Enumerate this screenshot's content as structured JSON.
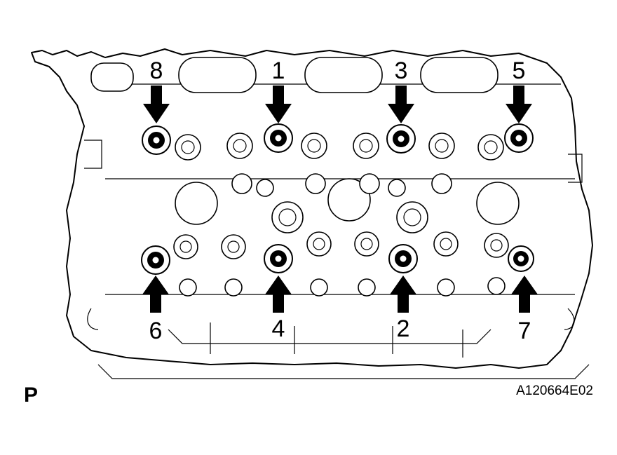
{
  "figure": {
    "view_letter": "P",
    "figure_code": "A120664E02",
    "bolts": [
      {
        "label": "8",
        "arrow": "down"
      },
      {
        "label": "1",
        "arrow": "down"
      },
      {
        "label": "3",
        "arrow": "down"
      },
      {
        "label": "5",
        "arrow": "down"
      },
      {
        "label": "6",
        "arrow": "up"
      },
      {
        "label": "4",
        "arrow": "up"
      },
      {
        "label": "2",
        "arrow": "up"
      },
      {
        "label": "7",
        "arrow": "up"
      }
    ]
  },
  "colors": {
    "line": "#000000",
    "background": "#ffffff"
  }
}
